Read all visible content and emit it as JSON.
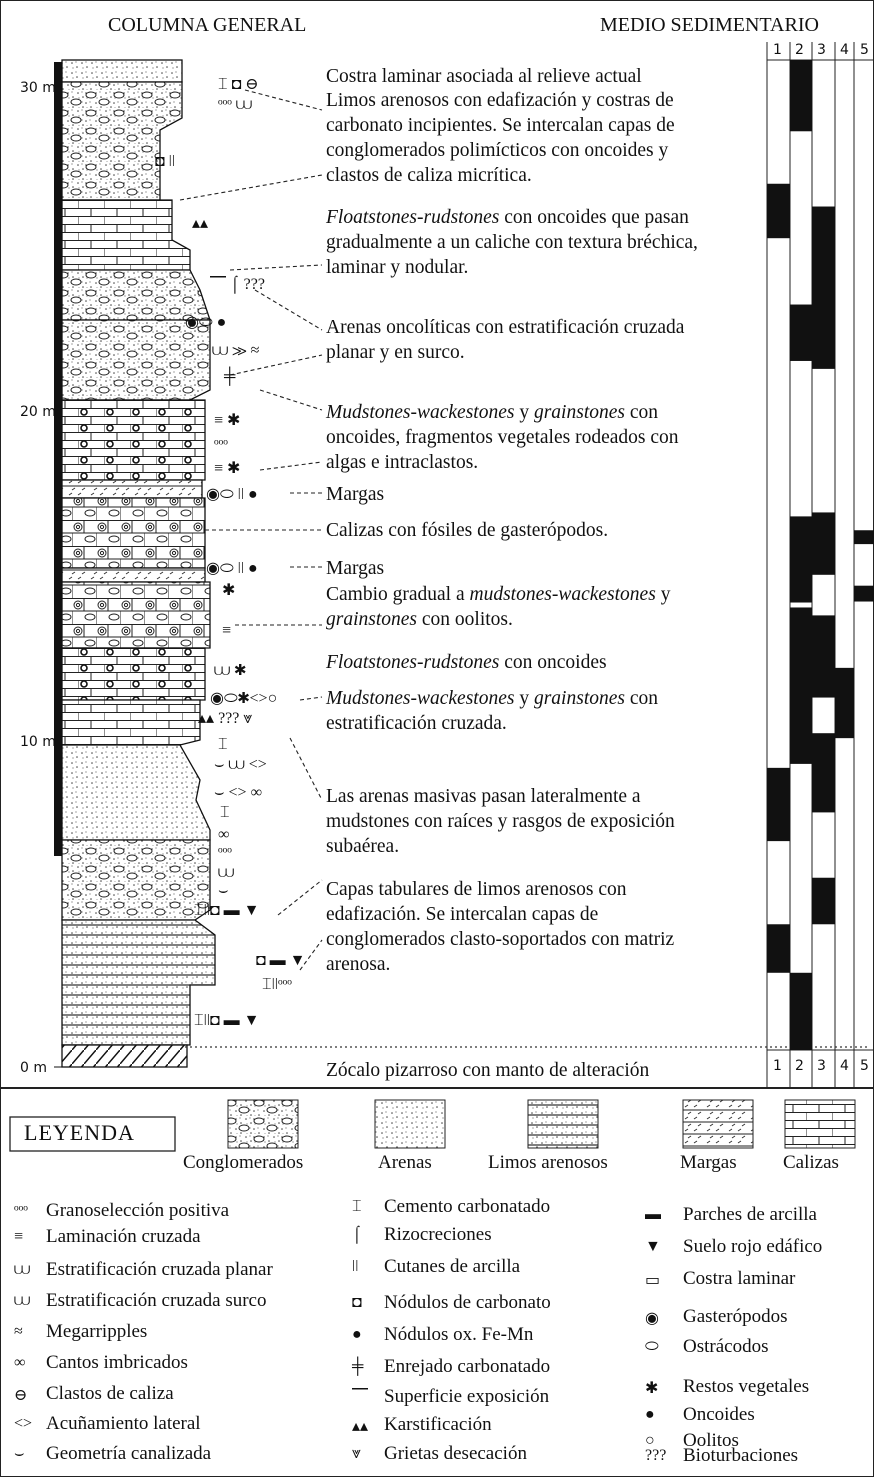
{
  "header": {
    "left": "COLUMNA GENERAL",
    "right": "MEDIO SEDIMENTARIO"
  },
  "scale": [
    "30 m",
    "20 m",
    "10 m",
    "0 m"
  ],
  "env_columns": [
    "1",
    "2",
    "3",
    "4",
    "5"
  ],
  "env_bars": [
    {
      "col": 2,
      "spans": [
        [
          0.0,
          0.072
        ],
        [
          0.247,
          0.304
        ],
        [
          0.461,
          0.548
        ],
        [
          0.553,
          0.711
        ],
        [
          0.922,
          1.0
        ]
      ]
    },
    {
      "col": 1,
      "spans": [
        [
          0.125,
          0.18
        ],
        [
          0.715,
          0.789
        ],
        [
          0.873,
          0.922
        ]
      ]
    },
    {
      "col": 3,
      "spans": [
        [
          0.148,
          0.312
        ],
        [
          0.457,
          0.52
        ],
        [
          0.561,
          0.644
        ],
        [
          0.68,
          0.76
        ],
        [
          0.826,
          0.873
        ]
      ]
    },
    {
      "col": 4,
      "spans": [
        [
          0.614,
          0.685
        ]
      ]
    },
    {
      "col": 5,
      "spans": [
        [
          0.475,
          0.489
        ],
        [
          0.531,
          0.547
        ]
      ]
    }
  ],
  "descriptions": [
    {
      "lines": [
        {
          "p": [
            {
              "t": "Costra laminar asociada al relieve actual"
            }
          ]
        }
      ]
    },
    {
      "lines": [
        {
          "p": [
            {
              "t": "Limos arenosos con edafización y costras de"
            }
          ]
        },
        {
          "p": [
            {
              "t": "carbonato incipientes. Se intercalan capas de"
            }
          ]
        },
        {
          "p": [
            {
              "t": "conglomerados polimícticos con oncoides y"
            }
          ]
        },
        {
          "p": [
            {
              "t": "clastos de caliza micrítica."
            }
          ]
        }
      ]
    },
    {
      "lines": [
        {
          "p": [
            {
              "t": "Floatstones-rudstones",
              "i": true
            },
            {
              "t": " con oncoides que pasan"
            }
          ]
        },
        {
          "p": [
            {
              "t": "gradualmente a un caliche  con textura bréchica,"
            }
          ]
        },
        {
          "p": [
            {
              "t": "laminar y nodular."
            }
          ]
        }
      ]
    },
    {
      "lines": [
        {
          "p": [
            {
              "t": "Arenas oncolíticas con estratificación cruzada"
            }
          ]
        },
        {
          "p": [
            {
              "t": "planar y en surco."
            }
          ]
        }
      ]
    },
    {
      "lines": [
        {
          "p": [
            {
              "t": "Mudstones-wackestones",
              "i": true
            },
            {
              "t": " y "
            },
            {
              "t": "grainstones",
              "i": true
            },
            {
              "t": " con"
            }
          ]
        },
        {
          "p": [
            {
              "t": "oncoides, fragmentos vegetales rodeados con"
            }
          ]
        },
        {
          "p": [
            {
              "t": "algas e intraclastos."
            }
          ]
        }
      ]
    },
    {
      "lines": [
        {
          "p": [
            {
              "t": "Margas"
            }
          ]
        }
      ]
    },
    {
      "lines": [
        {
          "p": [
            {
              "t": "Calizas con fósiles de gasterópodos."
            }
          ]
        }
      ]
    },
    {
      "lines": [
        {
          "p": [
            {
              "t": "Margas"
            }
          ]
        }
      ]
    },
    {
      "lines": [
        {
          "p": [
            {
              "t": "Cambio gradual a "
            },
            {
              "t": "mudstones-wackestones",
              "i": true
            },
            {
              "t": " y"
            }
          ]
        },
        {
          "p": [
            {
              "t": "grainstones",
              "i": true
            },
            {
              "t": " con oolitos."
            }
          ]
        }
      ]
    },
    {
      "lines": [
        {
          "p": [
            {
              "t": "Floatstones-rudstones",
              "i": true
            },
            {
              "t": " con oncoides"
            }
          ]
        }
      ]
    },
    {
      "lines": [
        {
          "p": [
            {
              "t": "Mudstones-wackestones",
              "i": true
            },
            {
              "t": " y "
            },
            {
              "t": "grainstones",
              "i": true
            },
            {
              "t": " con"
            }
          ]
        },
        {
          "p": [
            {
              "t": "estratificación cruzada."
            }
          ]
        }
      ]
    },
    {
      "lines": [
        {
          "p": [
            {
              "t": "Las arenas masivas pasan lateralmente a"
            }
          ]
        },
        {
          "p": [
            {
              "t": "mudstones con raíces y rasgos de exposición"
            }
          ]
        },
        {
          "p": [
            {
              "t": "subaérea."
            }
          ]
        }
      ]
    },
    {
      "lines": [
        {
          "p": [
            {
              "t": "Capas tabulares de limos arenosos con"
            }
          ]
        },
        {
          "p": [
            {
              "t": "edafización. Se intercalan capas de"
            }
          ]
        },
        {
          "p": [
            {
              "t": "conglomerados clasto-soportados con matriz"
            }
          ]
        },
        {
          "p": [
            {
              "t": "arenosa."
            }
          ]
        }
      ]
    },
    {
      "lines": [
        {
          "p": [
            {
              "t": "Zócalo pizarroso con manto de alteración"
            }
          ]
        }
      ]
    }
  ],
  "legend": {
    "title": "LEYENDA",
    "lithologies": [
      "Conglomerados",
      "Arenas",
      "Limos arenosos",
      "Margas",
      "Calizas"
    ],
    "symbols_col1": [
      "Granoselección positiva",
      "Laminación cruzada",
      "Estratificación cruzada planar",
      "Estratificación cruzada surco",
      "Megarripples",
      "Cantos imbricados",
      "Clastos de caliza",
      "Acuñamiento lateral",
      "Geometría canalizada"
    ],
    "symbols_col2": [
      "Cemento carbonatado",
      "Rizocreciones",
      "Cutanes de arcilla",
      "Nódulos de carbonato",
      "Nódulos ox. Fe-Mn",
      "Enrejado carbonatado",
      "Superficie exposición",
      "Karstificación",
      "Grietas desecación"
    ],
    "symbols_col3": [
      "Parches de arcilla",
      "Suelo rojo edáfico",
      "Costra laminar",
      "Gasterópodos",
      "Ostrácodos",
      "Restos vegetales",
      "Oncoides",
      "Oolitos",
      "Bioturbaciones"
    ]
  }
}
